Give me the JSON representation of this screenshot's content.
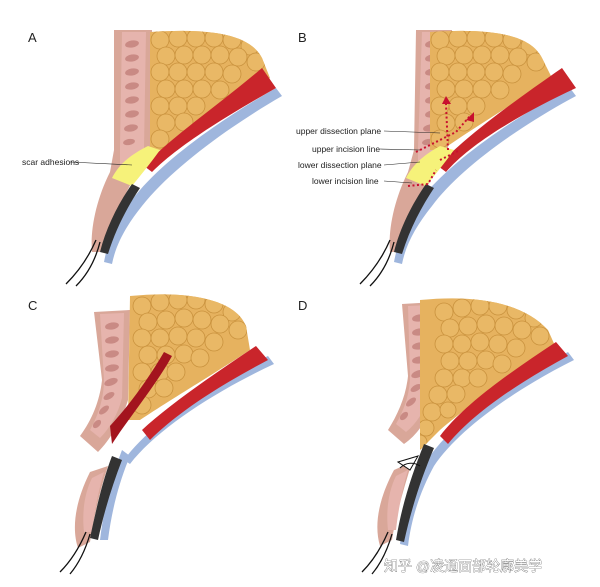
{
  "panels": {
    "a": {
      "letter": "A",
      "scar_label": "scar adhesions"
    },
    "b": {
      "letter": "B",
      "callouts": {
        "upper_dissection_plane": "upper dissection plane",
        "upper_incision_line": "upper incision line",
        "lower_dissection_plane": "lower dissection plane",
        "lower_incision_line": "lower incision line"
      }
    },
    "c": {
      "letter": "C"
    },
    "d": {
      "letter": "D"
    }
  },
  "watermark": "知乎 @凌通面部轮廓美学",
  "colors": {
    "skin": "#d9a799",
    "skin_dark": "#b87b6f",
    "orbicularis": "#e6b4ad",
    "muscle_fiber": "#c98a84",
    "fat": "#e6b25f",
    "fat_edge": "#c9923e",
    "levator_red": "#c9252b",
    "conjunctiva_blue": "#9fb6dd",
    "tarsus_dark": "#333333",
    "scar_yellow": "#f6f27a",
    "dotted_red": "#c8102e"
  },
  "icons": [
    "eyelash-icon",
    "curved-arrow-icon",
    "knot-icon"
  ]
}
